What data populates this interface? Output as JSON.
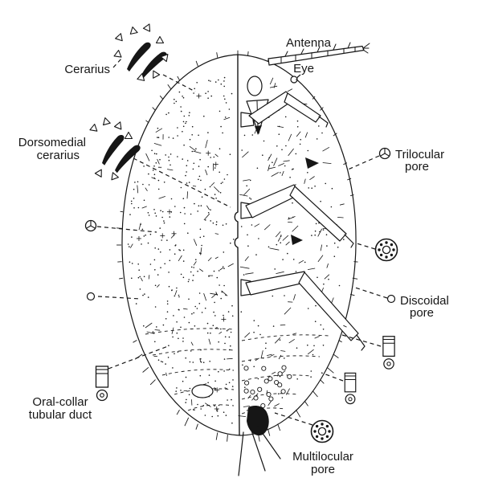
{
  "labels": {
    "cerarius": "Cerarius",
    "dorsomedial_1": "Dorsomedial",
    "dorsomedial_2": "cerarius",
    "antenna": "Antenna",
    "eye": "Eye",
    "trilocular_1": "Trilocular",
    "trilocular_2": "pore",
    "discoidal_1": "Discoidal",
    "discoidal_2": "pore",
    "oral_collar_1": "Oral-collar",
    "oral_collar_2": "tubular duct",
    "multilocular_1": "Multilocular",
    "multilocular_2": "pore"
  },
  "colors": {
    "ink": "#161616",
    "background": "#ffffff"
  },
  "icon_names": [
    "cerarius-icon",
    "dorsomedial-cerarius-icon",
    "trilocular-pore-icon-left",
    "trilocular-pore-icon-right",
    "discoidal-pore-icon-left",
    "discoidal-pore-icon-right",
    "multilocular-pore-icon-right",
    "multilocular-pore-icon-bottom",
    "oral-collar-duct-icon-left",
    "oral-collar-duct-icon-right-upper",
    "oral-collar-duct-icon-right-lower"
  ]
}
